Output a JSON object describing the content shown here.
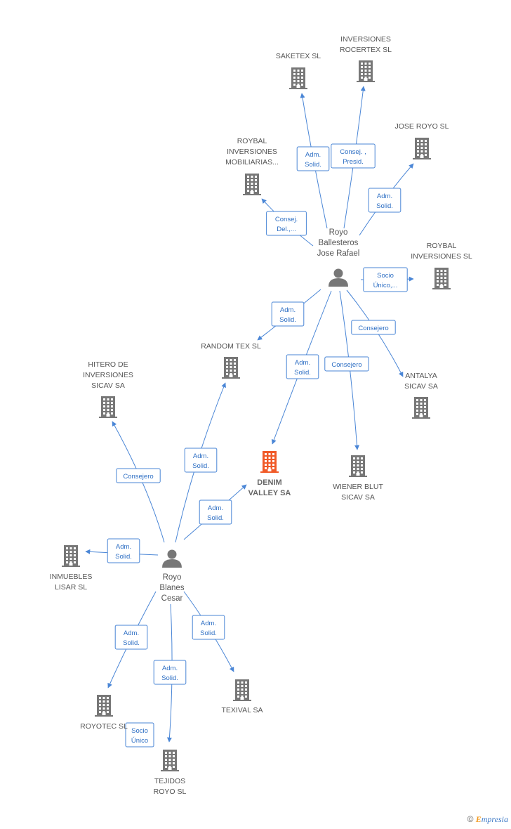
{
  "colors": {
    "edge": "#4a86d6",
    "company": "#777777",
    "main_company": "#f05a28",
    "person": "#777777"
  },
  "people": [
    {
      "id": "p1",
      "lines": [
        "Royo",
        "Ballesteros",
        "Jose Rafael"
      ],
      "icon": "person-icon"
    },
    {
      "id": "p2",
      "lines": [
        "Royo",
        "Blanes",
        "Cesar"
      ],
      "icon": "person-icon"
    }
  ],
  "companies": [
    {
      "id": "saketex",
      "lines": [
        "SAKETEX SL"
      ]
    },
    {
      "id": "rocertex",
      "lines": [
        "INVERSIONES",
        "ROCERTEX SL"
      ]
    },
    {
      "id": "joseroyo",
      "lines": [
        "JOSE ROYO SL"
      ]
    },
    {
      "id": "roybal_inv_mob",
      "lines": [
        "ROYBAL",
        "INVERSIONES",
        "MOBILIARIAS..."
      ]
    },
    {
      "id": "roybal_inv",
      "lines": [
        "ROYBAL",
        "INVERSIONES SL"
      ]
    },
    {
      "id": "randomtex",
      "lines": [
        "RANDOM TEX SL"
      ]
    },
    {
      "id": "hitero",
      "lines": [
        "HITERO DE",
        "INVERSIONES",
        "SICAV SA"
      ]
    },
    {
      "id": "antalya",
      "lines": [
        "ANTALYA",
        "SICAV SA"
      ]
    },
    {
      "id": "denim",
      "lines": [
        "DENIM",
        "VALLEY SA"
      ],
      "main": true
    },
    {
      "id": "wiener",
      "lines": [
        "WIENER BLUT",
        "SICAV SA"
      ]
    },
    {
      "id": "inmuebles",
      "lines": [
        "INMUEBLES",
        "LISAR SL"
      ]
    },
    {
      "id": "royotec",
      "lines": [
        "ROYOTEC SL"
      ]
    },
    {
      "id": "texival",
      "lines": [
        "TEXIVAL SA"
      ]
    },
    {
      "id": "tejidos",
      "lines": [
        "TEJIDOS",
        "ROYO SL"
      ]
    }
  ],
  "edges": [
    {
      "from": "p1",
      "to": "saketex",
      "label": [
        "Adm.",
        "Solid."
      ]
    },
    {
      "from": "p1",
      "to": "rocertex",
      "label": [
        "Consej. ,",
        "Presid."
      ]
    },
    {
      "from": "p1",
      "to": "joseroyo",
      "label": [
        "Adm.",
        "Solid."
      ]
    },
    {
      "from": "p1",
      "to": "roybal_inv_mob",
      "label": [
        "Consej.",
        "Del.,..."
      ]
    },
    {
      "from": "p1",
      "to": "roybal_inv",
      "label": [
        "Socio",
        "Único,..."
      ]
    },
    {
      "from": "p1",
      "to": "randomtex",
      "label": [
        "Adm.",
        "Solid."
      ]
    },
    {
      "from": "p1",
      "to": "antalya",
      "label": [
        "Consejero"
      ]
    },
    {
      "from": "p1",
      "to": "denim",
      "label": [
        "Adm.",
        "Solid."
      ]
    },
    {
      "from": "p1",
      "to": "wiener",
      "label": [
        "Consejero"
      ]
    },
    {
      "from": "p2",
      "to": "hitero",
      "label": [
        "Consejero"
      ]
    },
    {
      "from": "p2",
      "to": "randomtex",
      "label": [
        "Adm.",
        "Solid."
      ]
    },
    {
      "from": "p2",
      "to": "denim",
      "label": [
        "Adm.",
        "Solid."
      ]
    },
    {
      "from": "p2",
      "to": "inmuebles",
      "label": [
        "Adm.",
        "Solid."
      ]
    },
    {
      "from": "p2",
      "to": "royotec",
      "label": [
        "Adm.",
        "Solid."
      ]
    },
    {
      "from": "p2",
      "to": "texival",
      "label": [
        "Adm.",
        "Solid."
      ]
    },
    {
      "from": "p2",
      "to": "tejidos",
      "label": [
        "Adm.",
        "Solid."
      ]
    },
    {
      "from": "royotec",
      "to": "tejidos",
      "label": [
        "Socio",
        "Único"
      ],
      "label_only": true
    }
  ],
  "footer": {
    "copyright": "©",
    "brand_first": "E",
    "brand_rest": "mpresia"
  }
}
